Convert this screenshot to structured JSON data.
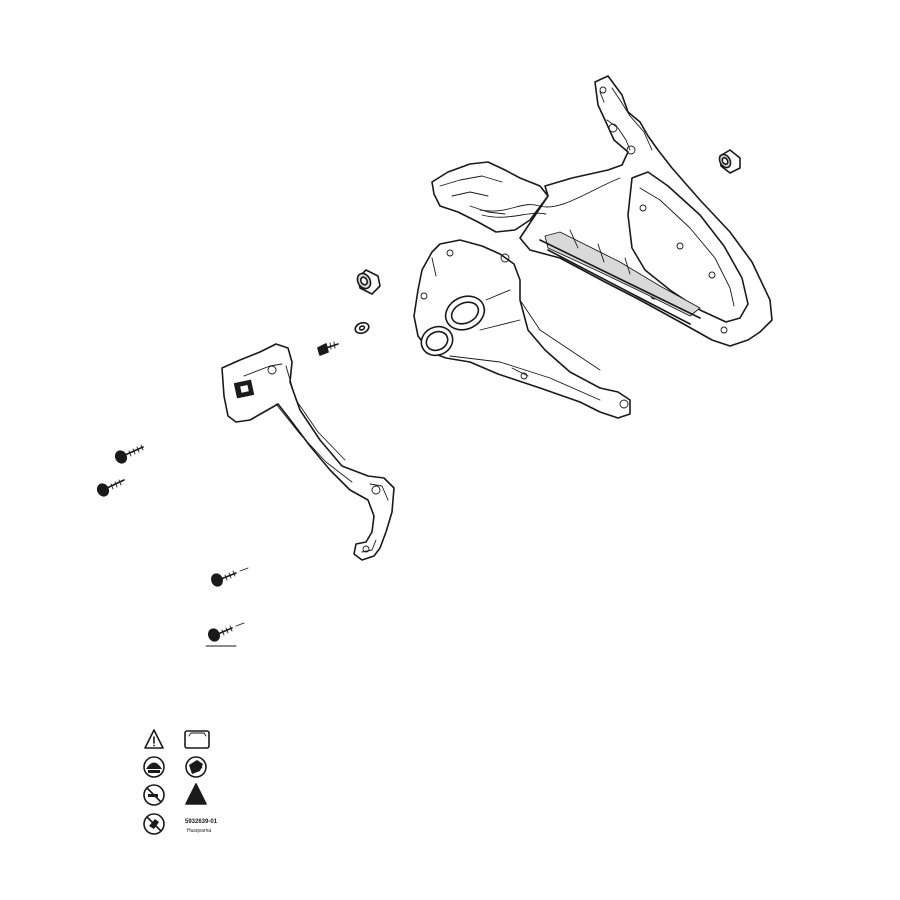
{
  "diagram": {
    "parts": [
      {
        "name": "housing"
      },
      {
        "name": "rear-handle"
      },
      {
        "name": "sleeve-large"
      },
      {
        "name": "sleeve-small"
      },
      {
        "name": "washer"
      },
      {
        "name": "screw-short"
      },
      {
        "name": "screw-1"
      },
      {
        "name": "screw-2"
      },
      {
        "name": "screw-3"
      },
      {
        "name": "screw-4"
      }
    ]
  },
  "decal": {
    "symbols": [
      "warning-triangle-icon",
      "battery-icon",
      "helmet-icon",
      "glove-icon",
      "no-smoking-icon",
      "kickback-warning-icon",
      "no-hand-icon"
    ],
    "part_number": "5932639-01",
    "brand": "Husqvarna",
    "footer_line1": "",
    "footer_line2": ""
  }
}
